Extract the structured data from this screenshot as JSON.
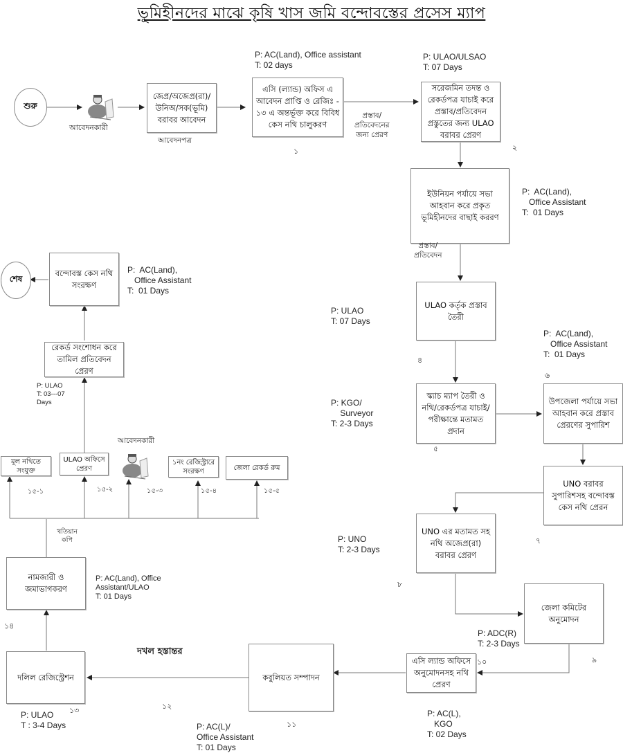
{
  "title": "ভূমিহীনদের মাঝে কৃষি খাস জমি বন্দোবস্তের প্রসেস ম্যাপ",
  "start": "শুরু",
  "end": "শেষ",
  "applicant_label": "আবেদনকারী",
  "application_form_label": "আবেদনপত্র",
  "edge_labels": {
    "proposal_send": "প্রস্তাব/\nপ্রতিবেদনের\nজন্য প্রেরণ",
    "proposal_report": "প্রস্তাব/\nপ্রতিবেদন",
    "khatian_copy": "খতিয়ান\nকপি",
    "possession_transfer": "দখল হস্তান্তর"
  },
  "steps": {
    "apply": "জেপ্র/অজেপ্র(রা)/ উনিঅ/সক(ভূমি) বরাবর আবেদন",
    "s1": "এসি (ল্যান্ড) অফিস এ আবেদন প্রাপ্তি ও রেজিঃ - ১৩ এ অন্তর্ভূক্ত করে বিবিধ কেস নথি চালুকরণ",
    "s2": "সরেজমিন তদন্ত ও রেকর্ডপত্র যাচাই করে প্রস্তাব/প্রতিবেদন প্রস্তুতের জন্য ULAO বরাবর প্রেরণ",
    "s3": "ইউনিয়ন পর্যায়ে সভা আহবান করে প্রকৃত ভূমিহীনদের বাছাই কররণ",
    "s4": "ULAO কর্তৃক প্রস্তাব তৈরী",
    "s5": "স্ক্যাচ ম্যাপ তৈরী ও নথি/রেকর্ডপত্র যাচাই/ পরীক্ষান্তে মতামত প্রদান",
    "s6": "উপজেলা পর্যায়ে সভা আহবান করে প্রস্তাব প্রেরণের সুপারিশ",
    "s7": "UNO বরাবর সুপারিশসহ বন্দোবস্ত কেস নথি প্রেরন",
    "s8": "UNO এর মতামত সহ নথি অজেপ্র(রা) বরাবর প্রেরণ",
    "s9": "জেলা কমিটের অনুমোদন",
    "s10": "এসি ল্যান্ড অফিসে অনুমোদনসহ নথি প্রেরণ",
    "s11": "কবুলিয়ত সম্পাদন",
    "s13": "দলিল রেজিস্ট্রেশন",
    "s14": "নামজারী ও জমাভাগকরণ",
    "s15_1": "মূল নথিতে সংযুক্ত",
    "s15_2": "ULAO অফিসে প্রেরণ",
    "s15_4": "১নং রেজিস্ট্রারে সংরক্ষণ",
    "s15_5": "জেলা রেকর্ড রুম",
    "s16": "রেকর্ড সংশোধন করে তামিল প্রতিবেদন প্রেরণ",
    "s17": "বন্দোবস্ত কেস নথি সংরক্ষণ"
  },
  "numbers": {
    "n1": "১",
    "n2": "২",
    "n4": "৪",
    "n5": "৫",
    "n6": "৬",
    "n7": "৭",
    "n8": "৮",
    "n9": "৯",
    "n10": "১০",
    "n11": "১১",
    "n12": "১২",
    "n13": "১৩",
    "n14": "১৪",
    "n15_1": "১৫-১",
    "n15_2": "১৫-২",
    "n15_3": "১৫-৩",
    "n15_4": "১৫-৪",
    "n15_5": "১৫-৫"
  },
  "notes": {
    "s1": "P: AC(Land), Office assistant\nT: 02 days",
    "s2": "P: ULAO/ULSAO\nT: 07 Days",
    "s3": "P:  AC(Land),\n   Office Assistant\nT:  01 Days",
    "s4": "P: ULAO\nT: 07 Days",
    "s5": "P: KGO/\n    Surveyor\nT: 2-3 Days",
    "s6": "P:  AC(Land),\n   Office Assistant\nT:  01 Days",
    "s8": "P: UNO\nT: 2-3 Days",
    "s9": "P: ADC(R)\nT: 2-3 Days",
    "s10": "P: AC(L),\n   KGO\nT: 02 Days",
    "s12": "P: AC(L)/\nOffice Assistant\nT: 01 Days",
    "s13": "P: ULAO\nT : 3-4 Days",
    "s14": "P: AC(Land), Office\nAssistant/ULAO\nT: 01 Days",
    "s16": "P: ULAO\nT: 03---07\nDays",
    "s17": "P:  AC(Land),\n   Office Assistant\nT:  01 Days"
  }
}
